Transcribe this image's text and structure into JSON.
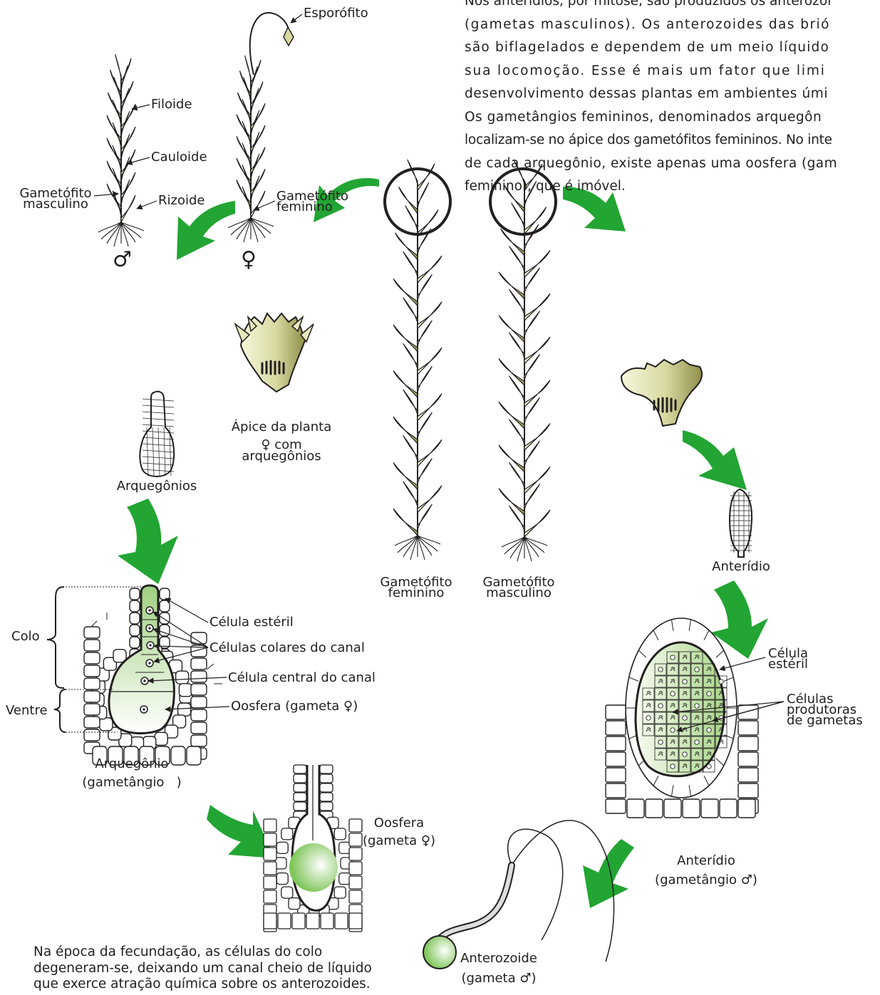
{
  "text_block": {
    "lines": [
      "Nos anterídios, por mitose, são produzidos os anterozoi",
      "(gametas masculinos). Os anterozoides das brió",
      "são biflagelados e dependem de um meio líquido",
      "sua locomoção. Esse é mais um fator que limi",
      "desenvolvimento dessas plantas em ambientes úmi",
      "Os gametângios femininos, denominados arquegôn",
      "localizam-se no ápice dos gametófitos femininos. No inte",
      "de cada arquegônio, existe apenas uma oosfera (gam",
      "feminino), que é imóvel."
    ]
  },
  "top_figure": {
    "esporofito": "Esporófito",
    "filoide": "Filoide",
    "cauloide": "Cauloide",
    "rizoide": "Rizoide",
    "gametofito_masc": [
      "Gametófito",
      "masculino"
    ],
    "gametofito_fem": [
      "Gametófito",
      "feminino"
    ],
    "male_symbol": "♂",
    "female_symbol": "♀"
  },
  "cycle": {
    "apice": [
      "Ápice da planta",
      "♀ com",
      "arquegônios"
    ],
    "arquegonios": "Arquegônios",
    "center_fem": [
      "Gametófito",
      "feminino"
    ],
    "center_masc": [
      "Gametófito",
      "masculino"
    ],
    "anteridio": "Anterídio",
    "arquegonio_detail": {
      "colo": "Colo",
      "ventre": "Ventre",
      "celula_esteril": "Célula estéril",
      "celulas_colares": "Células colares do canal",
      "celula_central": "Célula central do canal",
      "oosfera": "Oosfera (gameta ♀)",
      "caption": [
        "Arquegônio",
        "(gametângio   )"
      ]
    },
    "anteridio_detail": {
      "celula_esteril": [
        "Célula",
        "estéril"
      ],
      "celulas_produtoras": [
        "Células",
        "produtoras",
        "de gametas"
      ],
      "caption": [
        "Anterídio",
        "(gametângio ♂)"
      ]
    },
    "oosfera_label": [
      "Oosfera",
      "(gameta ♀)"
    ],
    "anterozoide_label": [
      "Anterozoide",
      "(gameta ♂)"
    ],
    "fecundacao_note": [
      "Na época da fecundação, as células do colo",
      "degeneram-se, deixando um canal cheio de líquido",
      "que exerce atração química sobre os anterozoides."
    ]
  },
  "colors": {
    "moss_light": "#eef0c9",
    "moss_dark": "#9a9a54",
    "arrow_green": "#22a533",
    "cell_green": "#bfe0a6",
    "outline": "#231f20"
  }
}
